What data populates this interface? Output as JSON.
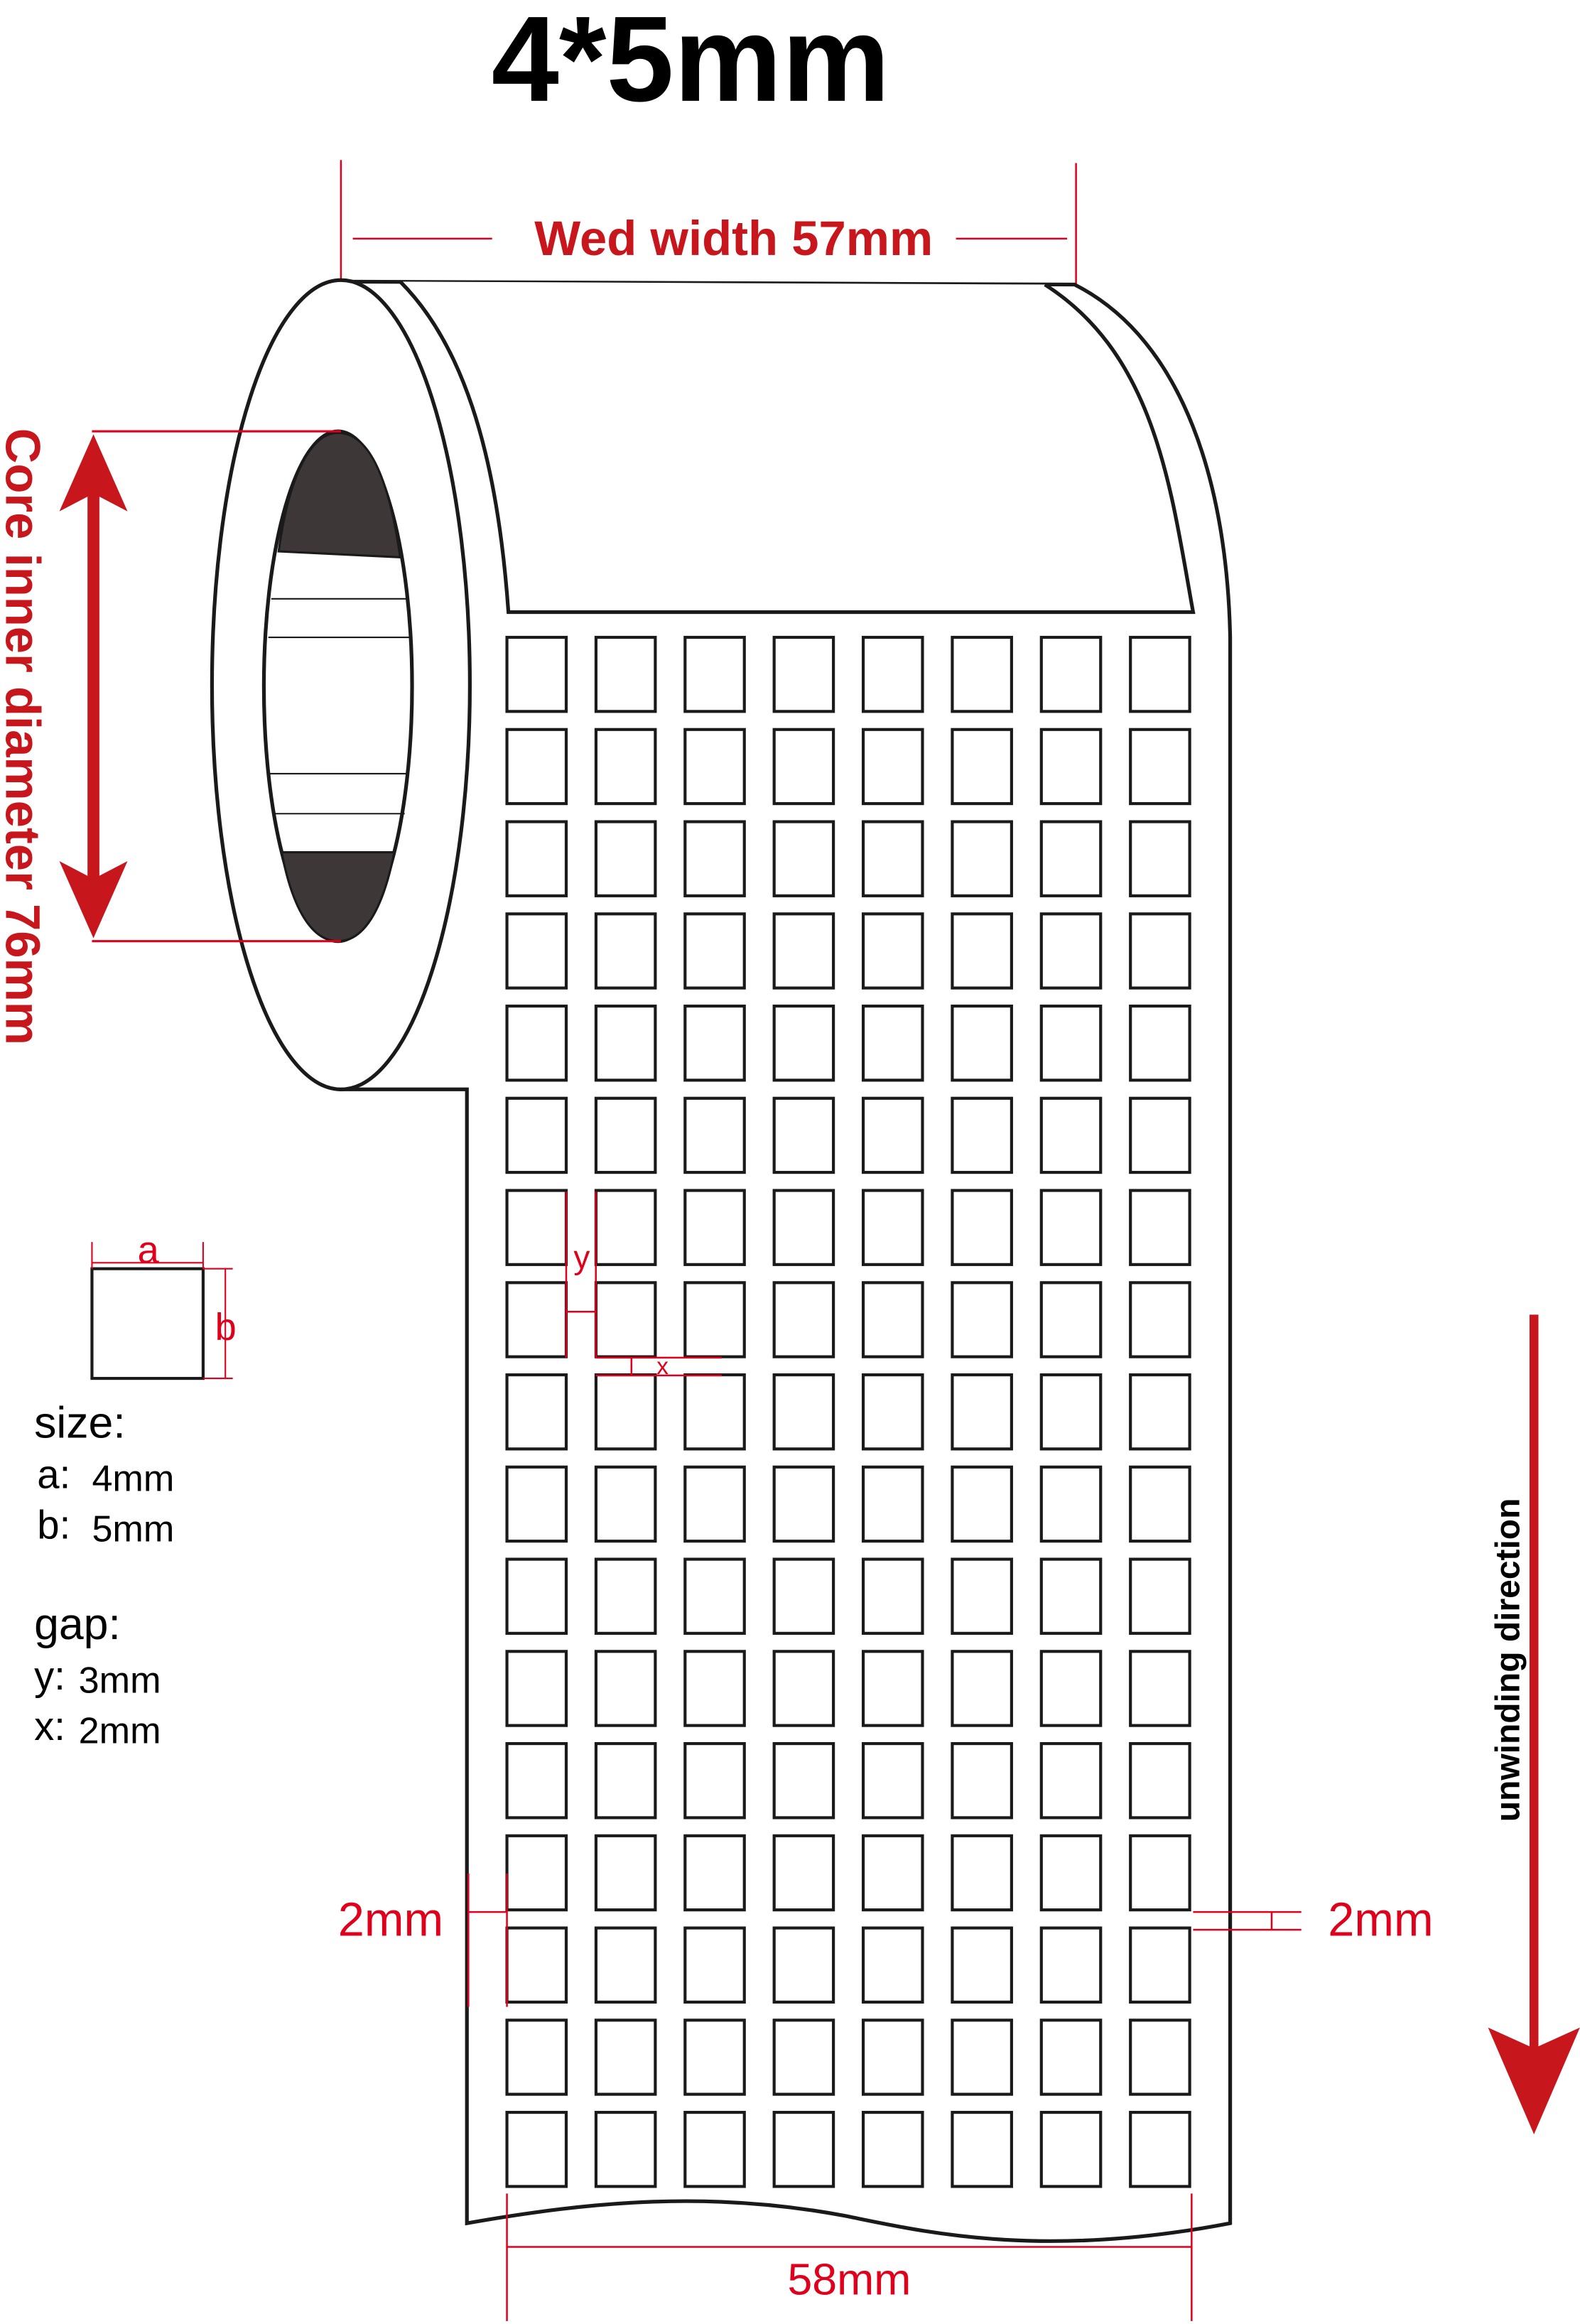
{
  "title": "4*5mm",
  "web_width_label": "Wed width 57mm",
  "core_label": "Core inner diameter 76mm",
  "legend": {
    "a_mark": "a",
    "b_mark": "b",
    "size_heading": "size:",
    "a_key": "a:",
    "a_value": "4mm",
    "b_key": "b:",
    "b_value": "5mm",
    "gap_heading": "gap:",
    "y_key": "y:",
    "y_value": "3mm",
    "x_key": "x:",
    "x_value": "2mm"
  },
  "gap_marks": {
    "y": "y",
    "x": "x"
  },
  "left_margin_label": "2mm",
  "right_margin_label": "2mm",
  "bottom_width_label": "58mm",
  "direction_label": "unwinding direction",
  "label_grid": {
    "columns": 8,
    "rows": 17
  },
  "colors": {
    "red": "#e0001b",
    "dark_red": "#c8161d",
    "core_dark": "#3d3837",
    "stroke": "#1a1a1a"
  }
}
